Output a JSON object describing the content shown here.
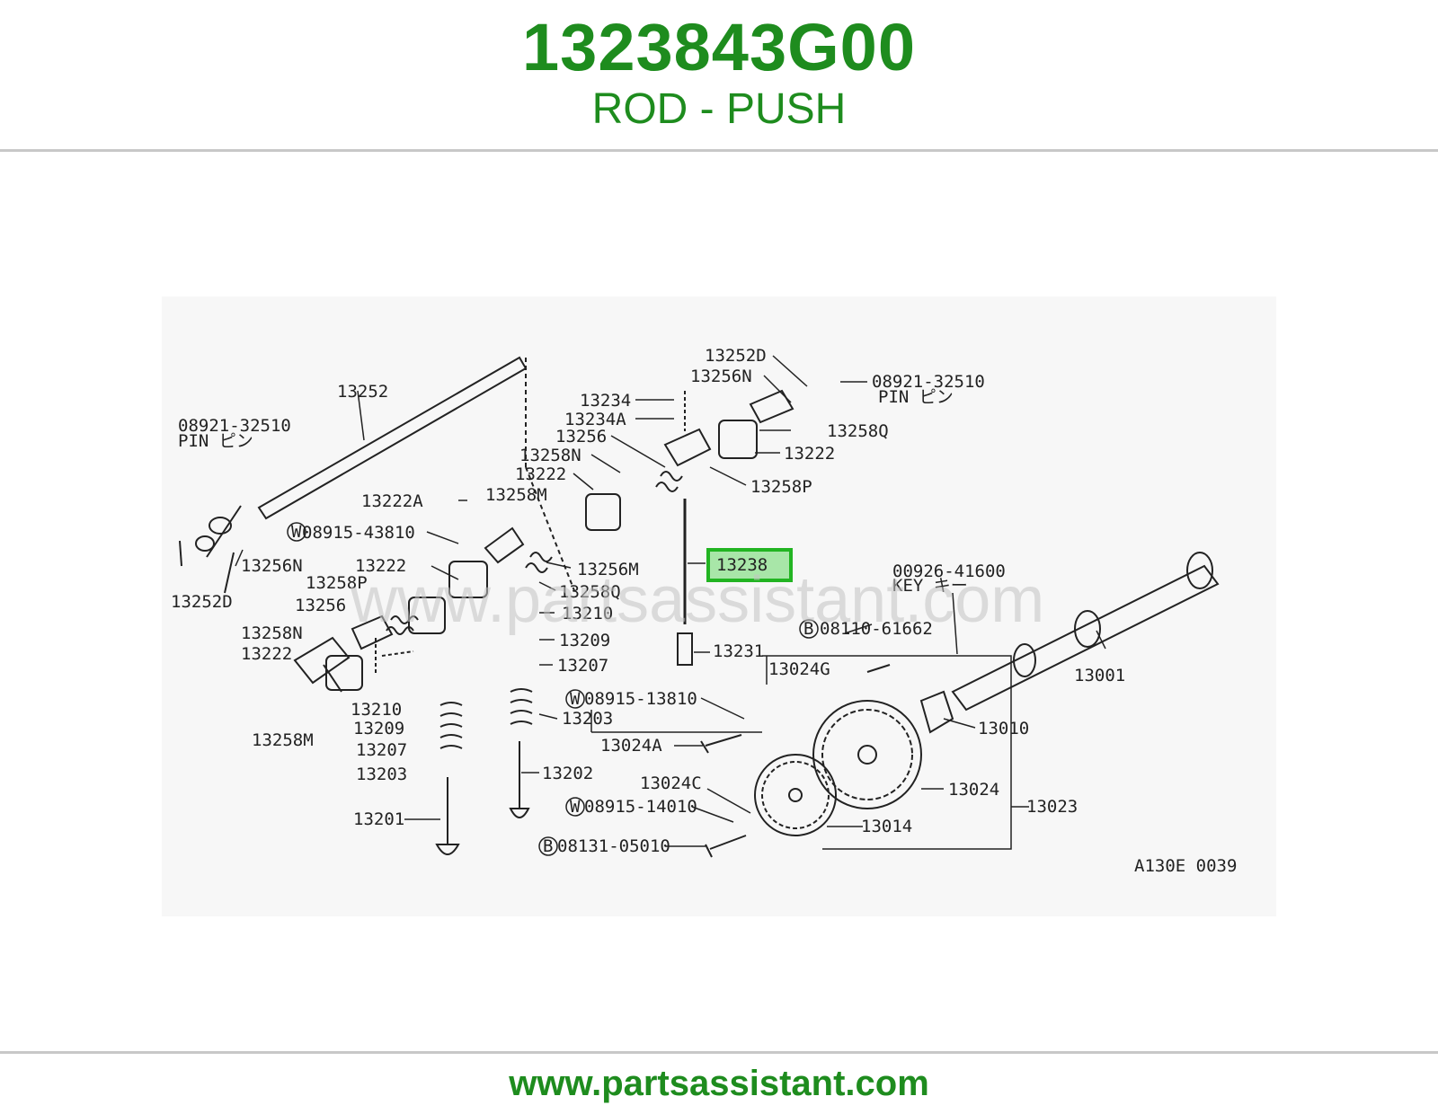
{
  "header": {
    "part_number": "1323843G00",
    "description": "ROD - PUSH"
  },
  "footer": {
    "website": "www.partsassistant.com"
  },
  "diagram": {
    "watermark": "www.partsassistant.com",
    "code": "A130E 0039",
    "highlight_color": "#22b422",
    "highlighted_label": "13238",
    "labels": {
      "l13252D_top": "13252D",
      "l13256N_top": "13256N",
      "l08921_right": "08921-32510",
      "lPIN_right": "PIN ピン",
      "l13234": "13234",
      "l13234A": "13234A",
      "l13256_mid": "13256",
      "l13258N_mid": "13258N",
      "l13222_mid": "13222",
      "l13258Q_top": "13258Q",
      "l13222_right": "13222",
      "l13258P_right": "13258P",
      "l13252": "13252",
      "l08921_left": "08921-32510",
      "lPIN_left": "PIN ピン",
      "l13222A": "13222A",
      "l13258M_mid": "13258M",
      "l08915_43810": "08915-43810",
      "l13256N_left": "13256N",
      "l13252D_left": "13252D",
      "l13222_left": "13222",
      "l13258P_left": "13258P",
      "l13256M": "13256M",
      "l13258Q_mid": "13258Q",
      "l13256_left": "13256",
      "l13210_mid": "13210",
      "l13258N_left": "13258N",
      "l13209_mid": "13209",
      "l13222_low": "13222",
      "l13207_mid": "13207",
      "l13231": "13231",
      "l13024G": "13024G",
      "l00926": "00926-41600",
      "lKEY": "KEY キー",
      "l08110": "08110-61662",
      "l13001": "13001",
      "l08915_13810": "08915-13810",
      "l13203_mid": "13203",
      "l13210_low": "13210",
      "l13209_low": "13209",
      "l13207_low": "13207",
      "l13203_low": "13203",
      "l13258M_low": "13258M",
      "l13024A": "13024A",
      "l13010": "13010",
      "l13202": "13202",
      "l13024C": "13024C",
      "l13024": "13024",
      "l13023": "13023",
      "l08915_14010": "08915-14010",
      "l13014": "13014",
      "l13201": "13201",
      "l08131": "08131-05010"
    },
    "circle_marks": {
      "w1": "W",
      "w2": "W",
      "w3": "W",
      "b1": "B",
      "b2": "B"
    }
  }
}
